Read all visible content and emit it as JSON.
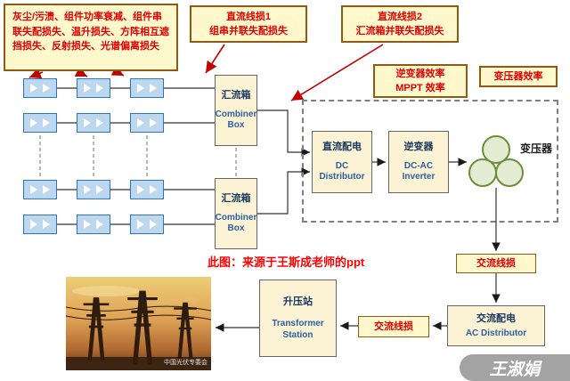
{
  "callouts": {
    "module_losses": "灰尘/污渍、组件功率衰减、组件串联失配损失、温升损失、方阵相互遮挡损失、反射损失、光谱偏离损失",
    "dc_line_loss_1_title": "直流线损1",
    "dc_line_loss_1_sub": "组串并联失配损失",
    "dc_line_loss_2_title": "直流线损2",
    "dc_line_loss_2_sub": "汇流箱并联失配损失",
    "inverter_eff_line1": "逆变器效率",
    "inverter_eff_line2": "MPPT 效率",
    "transformer_eff": "变压器效率",
    "ac_line_loss_1": "交流线损",
    "ac_line_loss_2": "交流线损"
  },
  "components": {
    "combiner1_cn": "汇流箱",
    "combiner1_en1": "Combiner",
    "combiner1_en2": "Box",
    "combiner2_cn": "汇流箱",
    "combiner2_en1": "Combiner",
    "combiner2_en2": "Box",
    "dc_dist_cn": "直流配电",
    "dc_dist_en1": "DC",
    "dc_dist_en2": "Distributor",
    "inverter_cn": "逆变器",
    "inverter_en1": "DC-AC",
    "inverter_en2": "Inverter",
    "transformer_label": "变压器",
    "ac_dist_cn": "交流配电",
    "ac_dist_en": "AC Distributor",
    "station_cn": "升压站",
    "station_en1": "Transformer",
    "station_en2": "Station"
  },
  "caption": "此图：来源于王斯成老师的ppt",
  "photo_watermark": "中国光伏专委会",
  "page_watermark": "王淑娟",
  "colors": {
    "loss_text": "#E00000",
    "callout_bg": "#FFF8CD",
    "callout_border": "#8F5A12",
    "box_bg": "#FCF2D4",
    "cn_text": "#17375E",
    "en_text": "#2E5FA3",
    "transformer_green": "#6B8E3A"
  }
}
